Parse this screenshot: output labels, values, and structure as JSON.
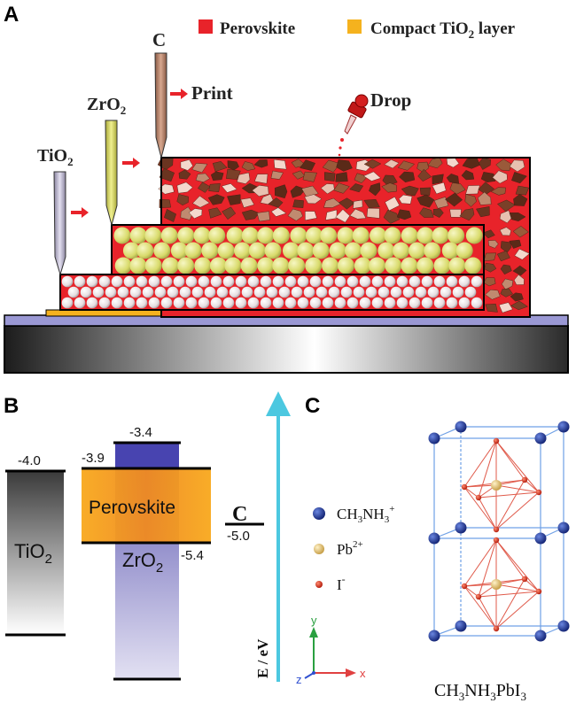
{
  "panelA": {
    "label": "A",
    "legend": {
      "perovskite": "Perovskite",
      "compact_prefix": "Compact TiO",
      "compact_sub": "2",
      "compact_suffix": " layer",
      "perovskite_color": "#e8232a",
      "compact_color": "#f5b21e"
    },
    "tools": {
      "c_label": "C",
      "zro2_label": "ZrO",
      "zro2_sub": "2",
      "tio2_label": "TiO",
      "tio2_sub": "2",
      "print_label": "Print",
      "drop_label": "Drop"
    }
  },
  "panelB": {
    "label": "B",
    "tio2": {
      "label": "TiO",
      "sub": "2",
      "cb": "-4.0"
    },
    "perovskite": {
      "label": "Perovskite",
      "cb": "-3.9",
      "top": "-3.4"
    },
    "zro2": {
      "label": "ZrO",
      "sub": "2",
      "vb": "-5.4"
    },
    "carbon": {
      "label": "C",
      "value": "-5.0"
    },
    "axis_label": "E / eV"
  },
  "panelC": {
    "label": "C",
    "legend": {
      "ma": "CH",
      "ma_sub1": "3",
      "ma_mid": "NH",
      "ma_sub2": "3",
      "ma_sup": "+",
      "pb": "Pb",
      "pb_sup": "2+",
      "i": "I",
      "i_sup": "-"
    },
    "axes": {
      "x": "x",
      "y": "y",
      "z": "z"
    },
    "formula": {
      "p1": "CH",
      "s1": "3",
      "p2": "NH",
      "s2": "3",
      "p3": "PbI",
      "s3": "3"
    },
    "colors": {
      "ma": "#1f3a9e",
      "pb": "#e6c878",
      "i": "#d42a1e",
      "bond": "#e05a4a",
      "cell": "#6fa0e6"
    }
  }
}
